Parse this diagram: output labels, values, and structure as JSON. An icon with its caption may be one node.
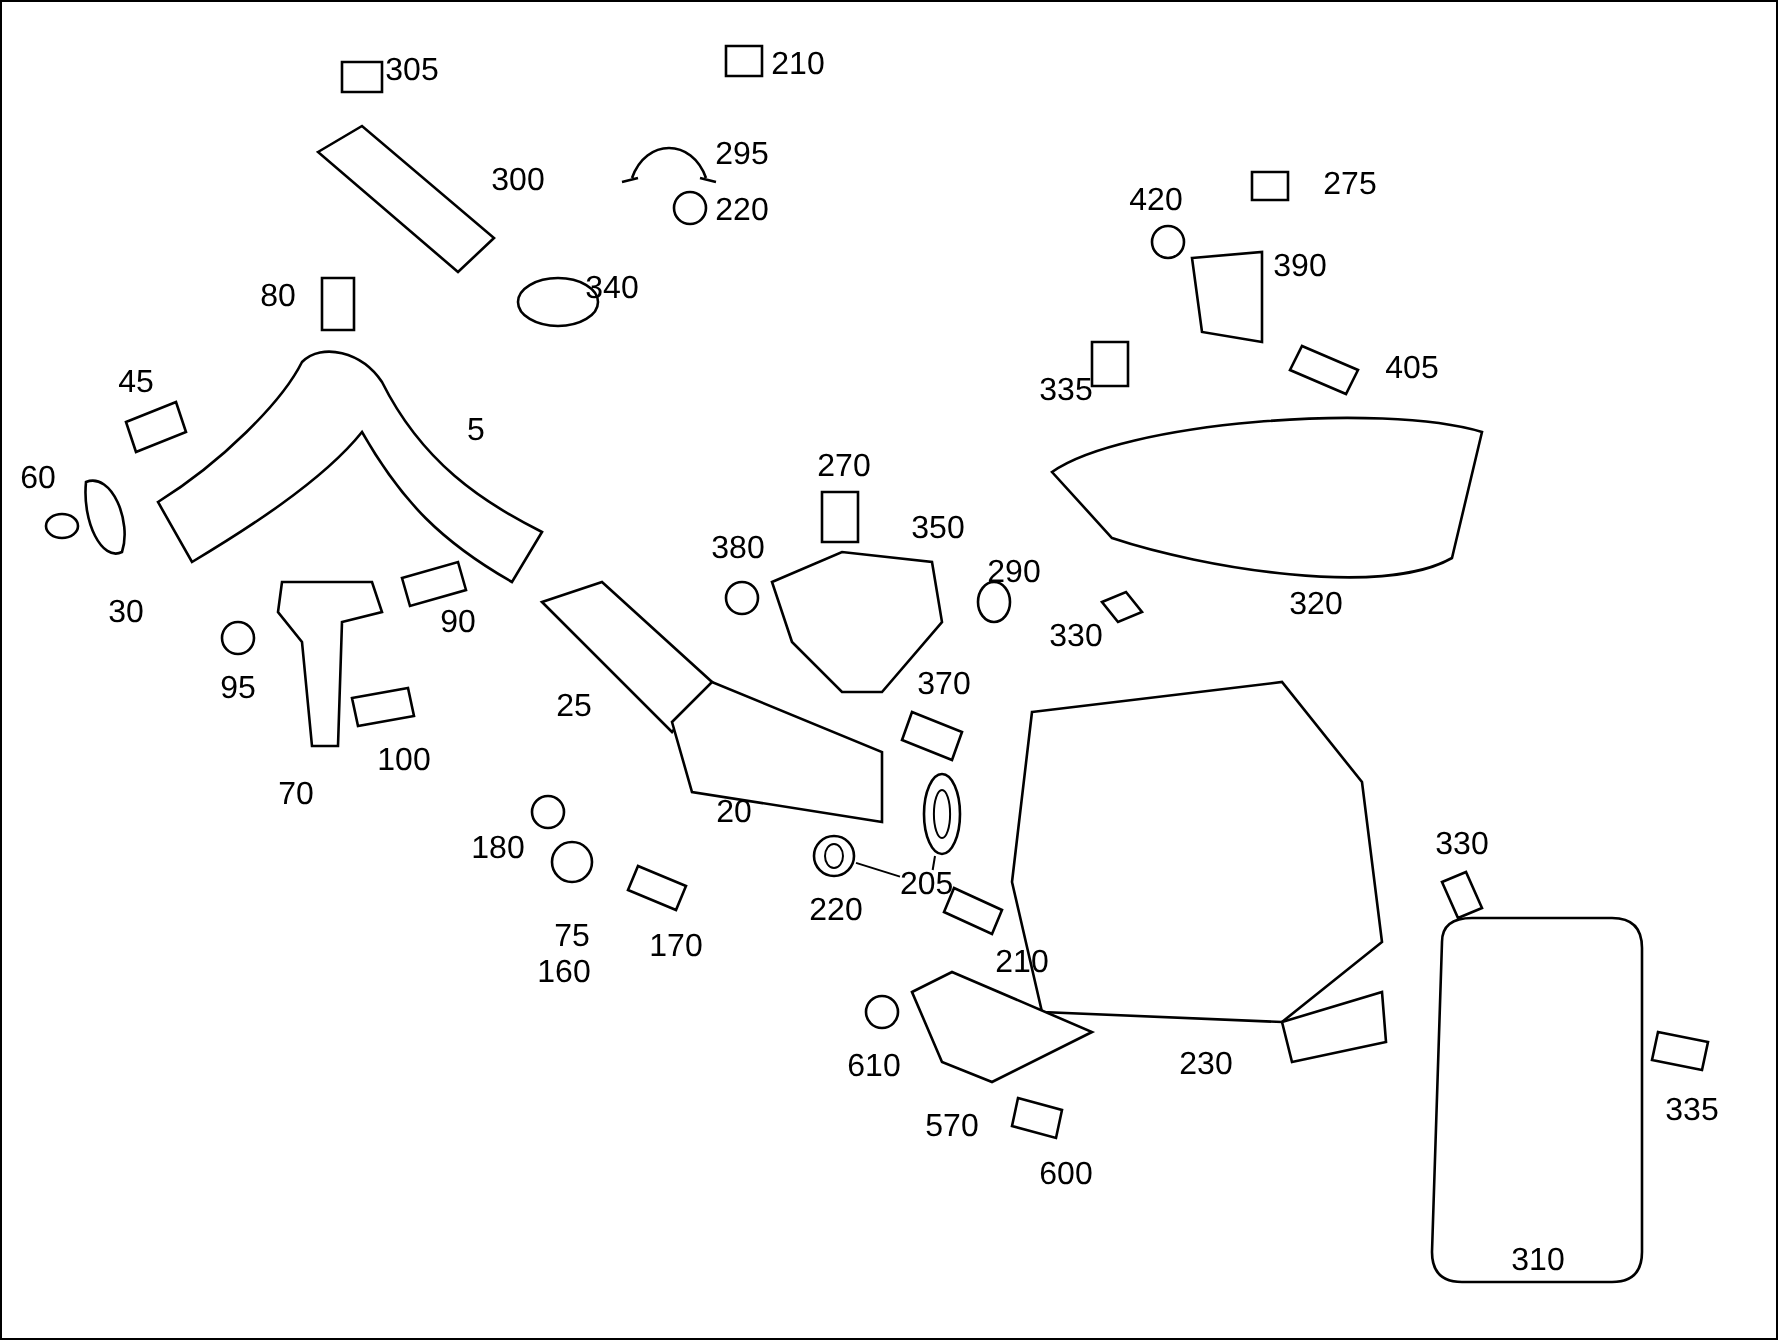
{
  "diagram": {
    "nodes": [
      {
        "text": [
          "205"
        ]
      },
      {
        "text": [],
        "shape": "circle"
      },
      {
        "text": [],
        "shape": "circle"
      }
    ],
    "edges": [
      {
        "from": 0,
        "to": 1,
        "arrow": "none"
      },
      {
        "from": 0,
        "to": 2,
        "arrow": "none"
      }
    ],
    "labels": [
      "305",
      "210",
      "295",
      "300",
      "220",
      "420",
      "275",
      "390",
      "340",
      "80",
      "335",
      "405",
      "45",
      "5",
      "60",
      "270",
      "350",
      "380",
      "290",
      "30",
      "90",
      "330",
      "320",
      "25",
      "95",
      "370",
      "100",
      "70",
      "20",
      "180",
      "330",
      "220",
      "75",
      "170",
      "160",
      "210",
      "230",
      "610",
      "335",
      "570",
      "600",
      "310"
    ]
  }
}
